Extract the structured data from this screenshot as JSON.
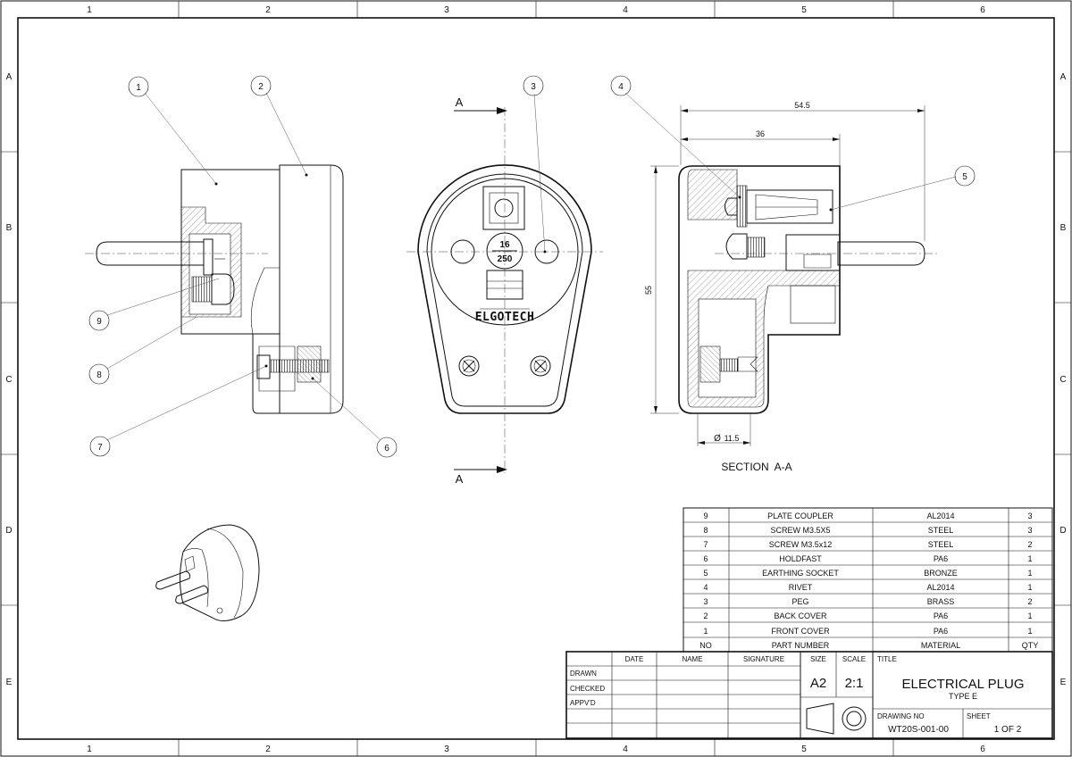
{
  "border": {
    "columns": [
      "1",
      "2",
      "3",
      "4",
      "5",
      "6"
    ],
    "rows": [
      "A",
      "B",
      "C",
      "D",
      "E"
    ]
  },
  "balloons": [
    "1",
    "2",
    "3",
    "4",
    "5",
    "6",
    "7",
    "8",
    "9"
  ],
  "section_marker": "A",
  "section_title": "SECTION  A-A",
  "dimensions": {
    "overall_length": "54.5",
    "socket_depth": "36",
    "height": "55",
    "pin_diameter": "11.5",
    "diameter_symbol": "Ø"
  },
  "face_marks": {
    "rating_top": "16",
    "rating_bottom": "250",
    "brand": "ELGOTECH"
  },
  "bom": {
    "headers": {
      "no": "NO",
      "part": "PART NUMBER",
      "material": "MATERIAL",
      "qty": "QTY"
    },
    "rows": [
      {
        "no": "9",
        "part": "PLATE COUPLER",
        "material": "AL2014",
        "qty": "3"
      },
      {
        "no": "8",
        "part": "SCREW M3.5X5",
        "material": "STEEL",
        "qty": "3"
      },
      {
        "no": "7",
        "part": "SCREW M3.5x12",
        "material": "STEEL",
        "qty": "2"
      },
      {
        "no": "6",
        "part": "HOLDFAST",
        "material": "PA6",
        "qty": "1"
      },
      {
        "no": "5",
        "part": "EARTHING SOCKET",
        "material": "BRONZE",
        "qty": "1"
      },
      {
        "no": "4",
        "part": "RIVET",
        "material": "AL2014",
        "qty": "1"
      },
      {
        "no": "3",
        "part": "PEG",
        "material": "BRASS",
        "qty": "2"
      },
      {
        "no": "2",
        "part": "BACK COVER",
        "material": "PA6",
        "qty": "1"
      },
      {
        "no": "1",
        "part": "FRONT COVER",
        "material": "PA6",
        "qty": "1"
      }
    ]
  },
  "title_block": {
    "col_date": "DATE",
    "col_name": "NAME",
    "col_signature": "SIGNATURE",
    "row_drawn": "DRAWN",
    "row_checked": "CHECKED",
    "row_approved": "APPV'D",
    "size_label": "SIZE",
    "size_value": "A2",
    "scale_label": "SCALE",
    "scale_value": "2:1",
    "title_label": "TITLE",
    "title_main": "ELECTRICAL PLUG",
    "title_sub": "TYPE E",
    "drawing_no_label": "DRAWING NO",
    "drawing_no_value": "WT20S-001-00",
    "sheet_label": "SHEET",
    "sheet_value": "1 OF 2"
  }
}
